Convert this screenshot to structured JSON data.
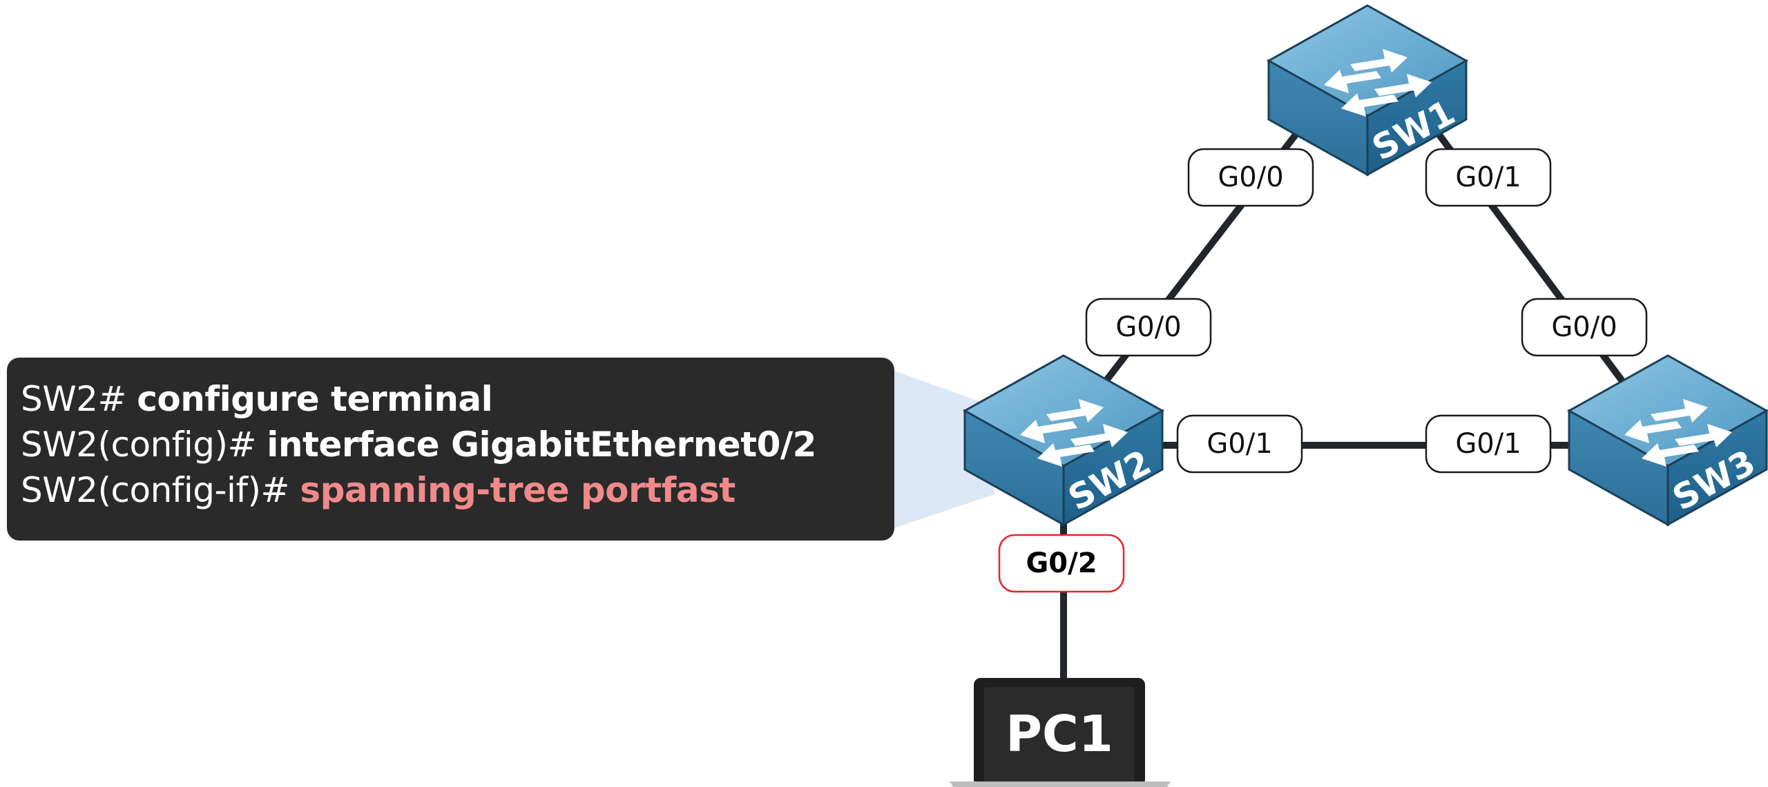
{
  "cli": {
    "lines": [
      {
        "prompt": "SW2# ",
        "command": "configure terminal",
        "highlight": false
      },
      {
        "prompt": "SW2(config)# ",
        "command": "interface GigabitEthernet0/2",
        "highlight": false
      },
      {
        "prompt": "SW2(config-if)# ",
        "command": "spanning-tree portfast",
        "highlight": true
      }
    ]
  },
  "devices": {
    "sw1": {
      "name": "SW1"
    },
    "sw2": {
      "name": "SW2"
    },
    "sw3": {
      "name": "SW3"
    },
    "pc1": {
      "name": "PC1"
    }
  },
  "ports": {
    "sw1_g00": "G0/0",
    "sw1_g01": "G0/1",
    "sw2_g00": "G0/0",
    "sw2_g01": "G0/1",
    "sw2_g02": "G0/2",
    "sw3_g00": "G0/0",
    "sw3_g01": "G0/1"
  },
  "colors": {
    "cli_background": "#2a2a2a",
    "cli_text": "#ffffff",
    "cli_highlight": "#f08a8a",
    "callout": "#dce8f5",
    "link": "#22262b",
    "switch_top": "#5fa5cc",
    "switch_front": "#3a7fa8",
    "switch_right": "#2a6a92",
    "selected_port_border": "#e5262a"
  }
}
